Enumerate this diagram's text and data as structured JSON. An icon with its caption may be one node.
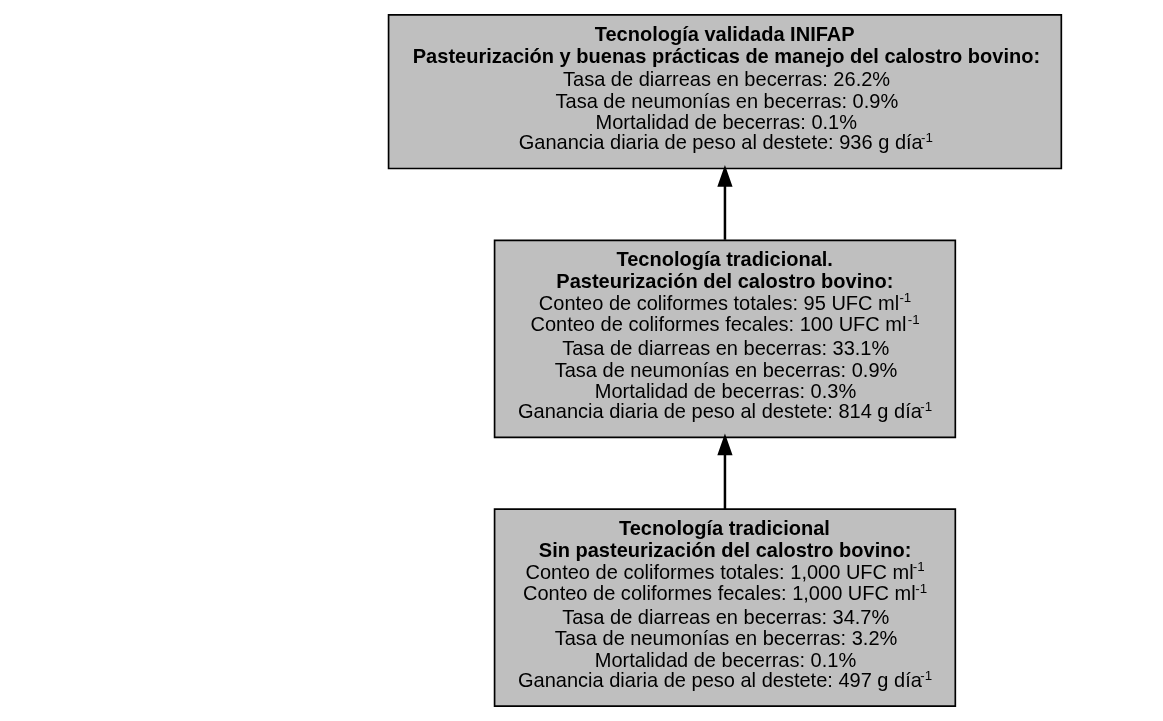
{
  "diagram": {
    "nodes": [
      {
        "text": [
          "**Tecnología validada INIFAP**",
          "**Pasteurización y buenas prácticas de manejo del calostro bovino:**",
          "Tasa de diarreas en becerras: 26.2%",
          "Tasa de neumonías en becerras: 0.9%",
          "Mortalidad de becerras: 0.1%",
          "Ganancia diaria de peso al destete: 936 g día$^{-1}$"
        ]
      },
      {
        "text": [
          "**Tecnología tradicional.**",
          "**Pasteurización del calostro bovino:**",
          "Conteo de coliformes totales: 95 UFC ml$^{-1}$",
          "Conteo de coliformes fecales: 100 UFC ml$^{-1}$",
          "Tasa de diarreas en becerras: 33.1%",
          "Tasa de neumonías en becerras: 0.9%",
          "Mortalidad de becerras: 0.3%",
          "Ganancia diaria de peso al destete: 814 g día$^{-1}$"
        ]
      },
      {
        "text": [
          "**Tecnología tradicional**",
          "**Sin pasteurización del calostro bovino:**",
          "Conteo de coliformes totales: 1,000 UFC ml$^{-1}$",
          "Conteo de coliformes fecales: 1,000 UFC ml$^{-1}$",
          "Tasa de diarreas en becerras: 34.7%",
          "Tasa de neumonías en becerras: 3.2%",
          "Mortalidad de becerras: 0.1%",
          "Ganancia diaria de peso al destete: 497 g día$^{-1}$"
        ]
      }
    ],
    "edges": [
      {
        "from": 2,
        "to": 1,
        "arrow": "to"
      },
      {
        "from": 1,
        "to": 0,
        "arrow": "to"
      }
    ]
  }
}
